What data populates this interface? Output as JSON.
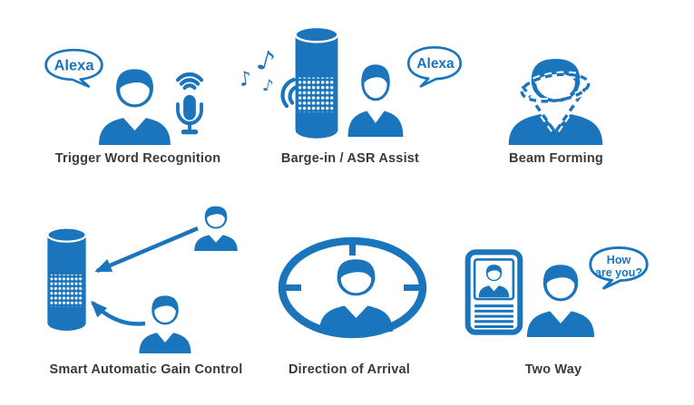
{
  "theme": {
    "accent": "#1b75bc",
    "label_color": "#3a3a3a",
    "background": "#ffffff"
  },
  "panels": {
    "trigger_word": {
      "label": "Trigger Word Recognition",
      "bubble": "Alexa"
    },
    "barge_in": {
      "label": "Barge-in / ASR Assist",
      "bubble": "Alexa",
      "music_note": "♪"
    },
    "beam_forming": {
      "label": "Beam Forming"
    },
    "smart_agc": {
      "label": "Smart Automatic Gain Control"
    },
    "direction_of_arrival": {
      "label": "Direction of Arrival"
    },
    "two_way": {
      "label": "Two Way",
      "bubble_line1": "How",
      "bubble_line2": "are you?"
    }
  }
}
